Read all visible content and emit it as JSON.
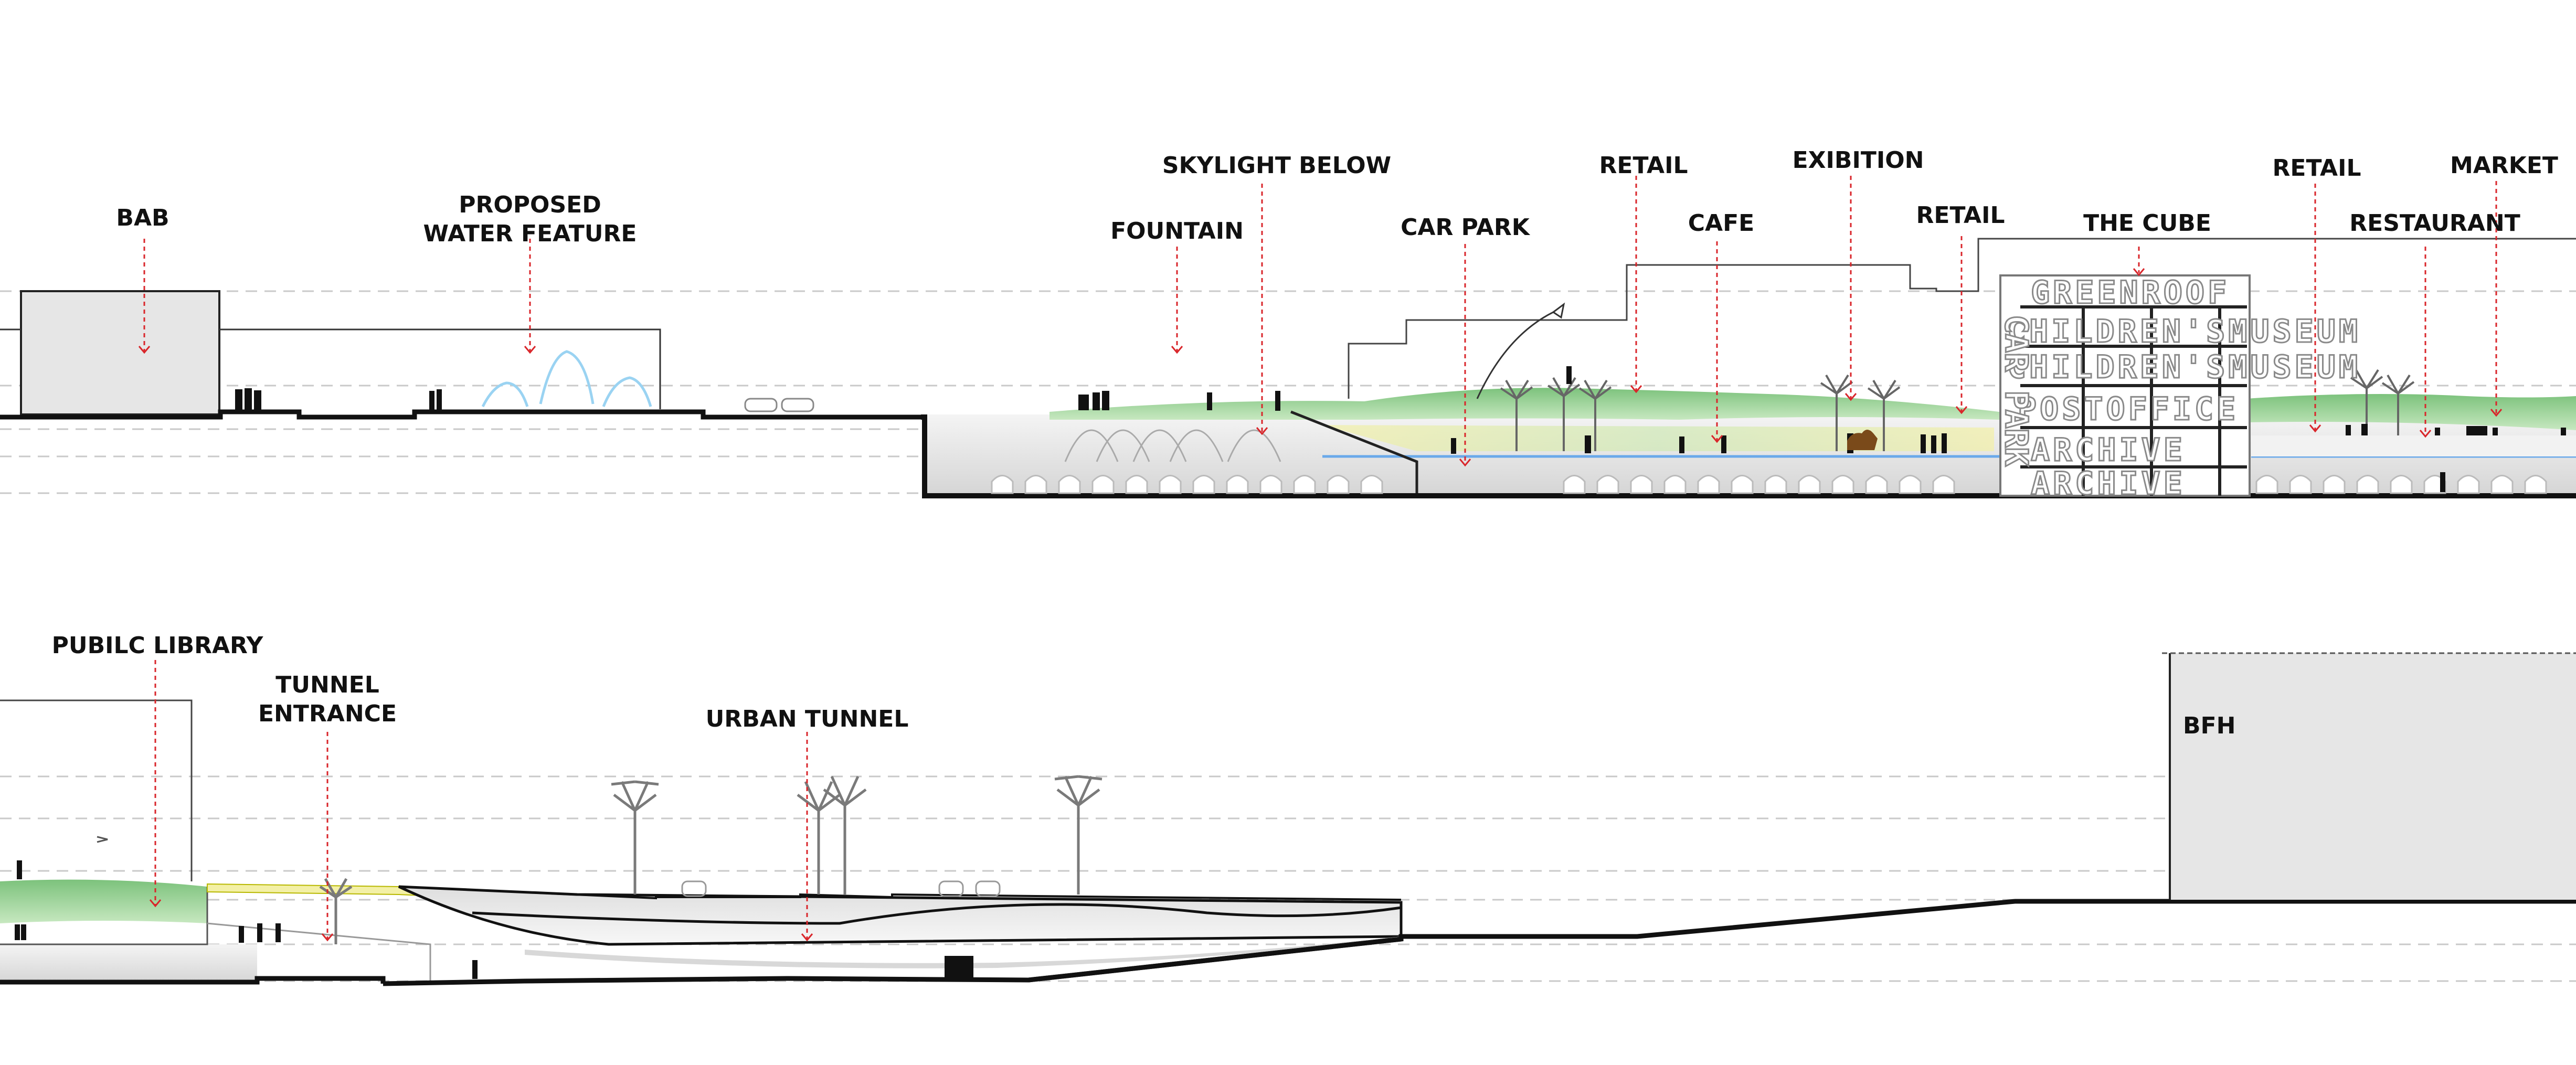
{
  "colors": {
    "annotation": "#d9262b",
    "ground": "#111111",
    "guide": "#bdbdbd",
    "green_roof": "#8ecf8e",
    "structure_fill": "#e6e6e6",
    "water": "#9ad3f2"
  },
  "section_top": {
    "labels": {
      "bab": "BAB",
      "water_feature_1": "PROPOSED",
      "water_feature_2": "WATER FEATURE",
      "fountain": "FOUNTAIN",
      "skylight": "SKYLIGHT BELOW",
      "car_park": "CAR PARK",
      "retail_1": "RETAIL",
      "cafe": "CAFE",
      "exibition": "EXIBITION",
      "retail_2": "RETAIL",
      "the_cube": "THE CUBE",
      "retail_3": "RETAIL",
      "restaurant": "RESTAURANT",
      "market": "MARKET"
    },
    "cube_lines": [
      "GREENROOF",
      "CHILDREN'SMUSEUM",
      "CHILDREN'SMUSEUM",
      "POSTOFFICE",
      "ARCHIVE",
      "ARCHIVE"
    ],
    "cube_vertical": "CAR PARK"
  },
  "section_bottom": {
    "labels": {
      "library": "PUBILC LIBRARY",
      "tunnel_1": "TUNNEL",
      "tunnel_2": "ENTRANCE",
      "urban_tunnel": "URBAN TUNNEL",
      "bfh": "BFH"
    }
  }
}
